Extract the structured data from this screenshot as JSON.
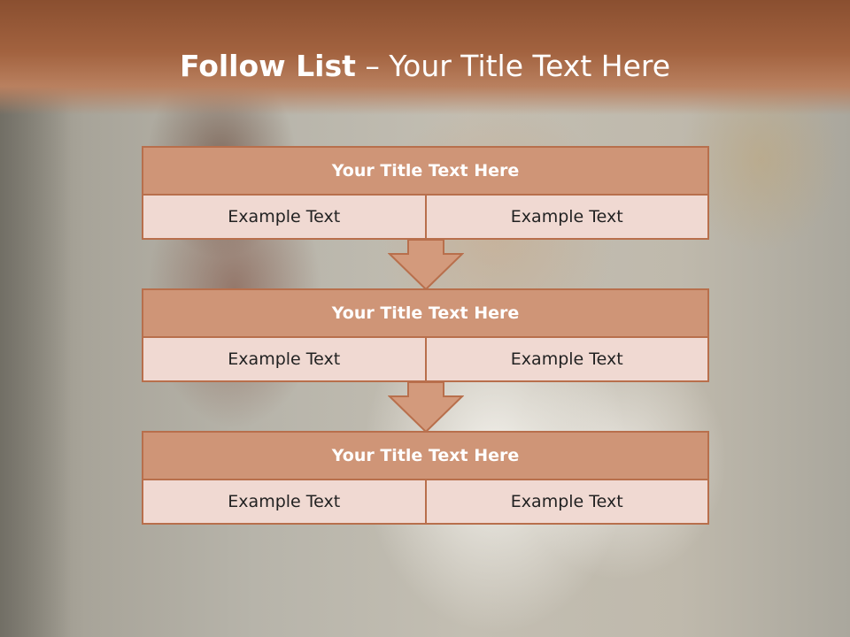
{
  "slide": {
    "title_bold": "Follow List",
    "title_rest": " – Your Title Text Here"
  },
  "blocks": [
    {
      "title": "Your Title Text Here",
      "cells": [
        "Example Text",
        "Example Text"
      ]
    },
    {
      "title": "Your Title Text Here",
      "cells": [
        "Example Text",
        "Example Text"
      ]
    },
    {
      "title": "Your Title Text Here",
      "cells": [
        "Example Text",
        "Example Text"
      ]
    }
  ],
  "colors": {
    "header": "#a2623f",
    "block_title_fill": "#cf9577",
    "block_border": "#b86f4c",
    "cell_fill": "#f0d9d2",
    "arrow_fill": "#d39a7c"
  }
}
